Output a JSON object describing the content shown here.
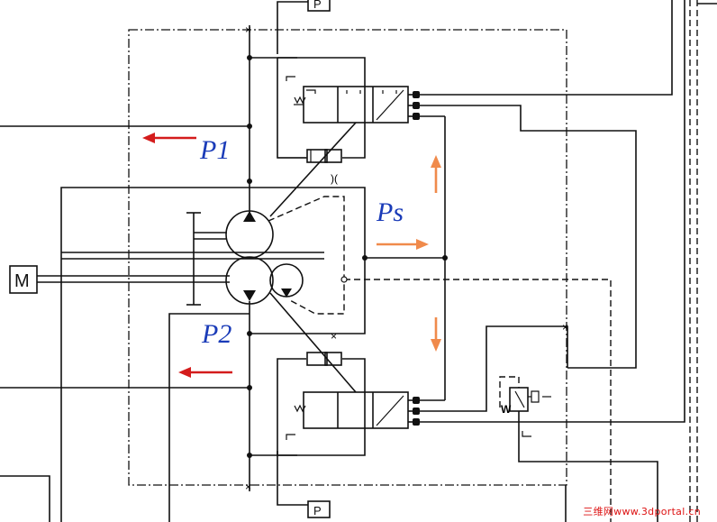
{
  "labels": {
    "p1": "P1",
    "p2": "P2",
    "ps": "Ps",
    "port_top": "P",
    "port_bottom": "P",
    "motor": "M"
  },
  "watermark": "三维网www.3dportal.cn",
  "colors": {
    "flow_out_arrow": "#d41c1c",
    "signal_arrow": "#f08a4b",
    "pressure_text": "#1a3bb8",
    "lines": "#111111"
  },
  "icons": {
    "motor": "motor-icon",
    "pump": "pump-icon",
    "valve": "directional-valve-icon",
    "spring": "spring-icon",
    "check": "check-valve-icon"
  }
}
